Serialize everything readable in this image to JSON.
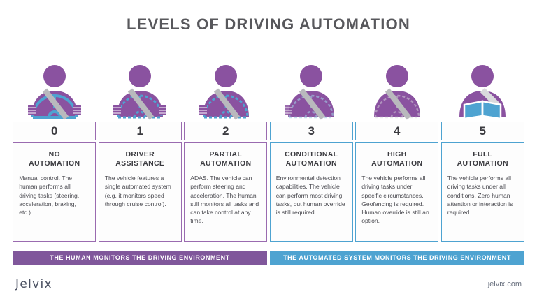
{
  "title": "LEVELS OF DRIVING AUTOMATION",
  "colors": {
    "purple": "#8a52a0",
    "purple_border": "#9a6bb0",
    "purple_bar": "#80579b",
    "blue": "#4ea3d1",
    "gray_belt": "#b9b9bd",
    "title_text": "#58585c"
  },
  "levels": [
    {
      "number": "0",
      "name": "NO\nAUTOMATION",
      "name_line1": "NO",
      "name_line2": "AUTOMATION",
      "description": "Manual control. The human performs all driving tasks (steering, acceleration, braking, etc.).",
      "accent": "purple",
      "icon": "driver-hands-on-wheel-icon"
    },
    {
      "number": "1",
      "name_line1": "DRIVER",
      "name_line2": "ASSISTANCE",
      "description": "The vehicle features a single automated system (e.g. it monitors speed through cruise control).",
      "accent": "purple",
      "icon": "driver-dashed-wheel-icon"
    },
    {
      "number": "2",
      "name_line1": "PARTIAL",
      "name_line2": "AUTOMATION",
      "description": "ADAS. The vehicle can perform steering and acceleration. The human still monitors all tasks and can take control at any time.",
      "accent": "purple",
      "icon": "driver-one-hand-wheel-icon"
    },
    {
      "number": "3",
      "name_line1": "CONDITIONAL",
      "name_line2": "AUTOMATION",
      "description": "Environmental detection capabilities. The vehicle can perform most driving tasks, but human override is still required.",
      "accent": "blue",
      "icon": "driver-fading-wheel-icon"
    },
    {
      "number": "4",
      "name_line1": "HIGH",
      "name_line2": "AUTOMATION",
      "description": "The vehicle performs all driving tasks under specific circumstances. Geofencing is required. Human override is still an option.",
      "accent": "blue",
      "icon": "driver-no-hands-wheel-icon"
    },
    {
      "number": "5",
      "name_line1": "FULL",
      "name_line2": "AUTOMATION",
      "description": "The vehicle performs all driving tasks under all conditions. Zero human attention or interaction is required.",
      "accent": "blue",
      "icon": "passenger-reading-book-icon"
    }
  ],
  "bars": {
    "human": "THE HUMAN MONITORS THE DRIVING ENVIRONMENT",
    "automated": "THE AUTOMATED SYSTEM MONITORS THE DRIVING ENVIRONMENT"
  },
  "footer": {
    "logo": "Jelvix",
    "site": "jelvix.com"
  }
}
